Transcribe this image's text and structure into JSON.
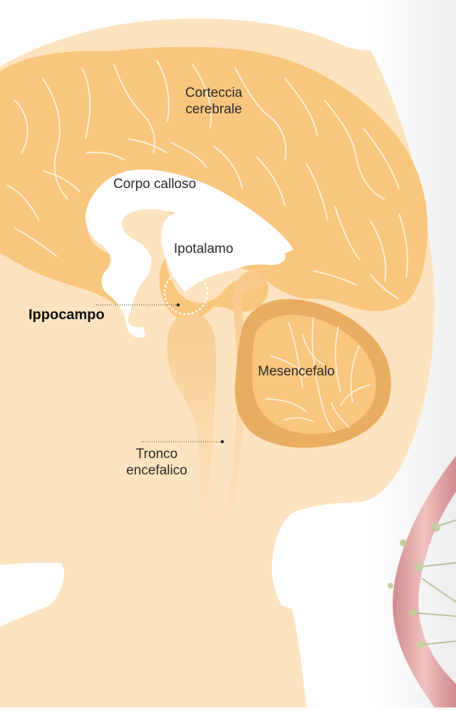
{
  "diagram": {
    "labels": {
      "cortex_line1": "Corteccia",
      "cortex_line2": "cerebrale",
      "corpus_callosum": "Corpo calloso",
      "hypothalamus": "Ipotalamo",
      "hippocampus": "Ippocampo",
      "cerebellum": "Mesencefalo",
      "brainstem_line1": "Tronco",
      "brainstem_line2": "encefalico"
    },
    "colors": {
      "head": "#fde3bf",
      "brain": "#f9c67d",
      "brain_dark": "#e9ad62",
      "brain_lines": "#fff3e0",
      "stem": "#fad8a6",
      "vessel": "#d98a8d",
      "background": "#ffffff"
    },
    "highlight": "Ippocampo"
  }
}
